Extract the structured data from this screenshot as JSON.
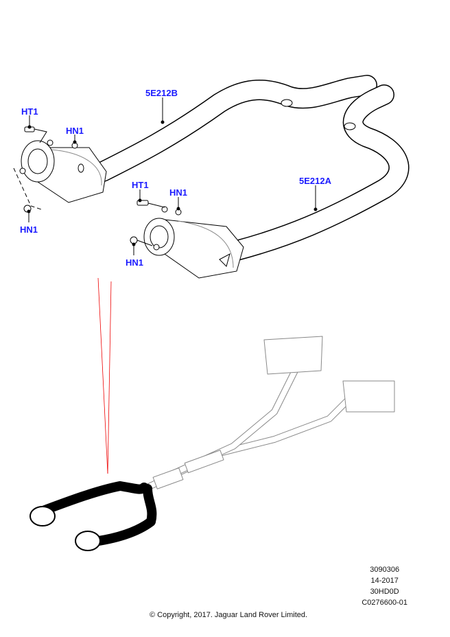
{
  "callouts": {
    "pipe_b": "5E212B",
    "pipe_a": "5E212A",
    "ht1_left": "HT1",
    "hn1_left_top": "HN1",
    "hn1_left_bottom": "HN1",
    "ht1_right": "HT1",
    "hn1_right_top": "HN1",
    "hn1_right_bottom": "HN1"
  },
  "meta": {
    "illustration_number": "3090306",
    "date": "14-2017",
    "code": "30HD0D",
    "ref": "C0276600-01"
  },
  "copyright": "© Copyright, 2017. Jaguar Land Rover Limited."
}
